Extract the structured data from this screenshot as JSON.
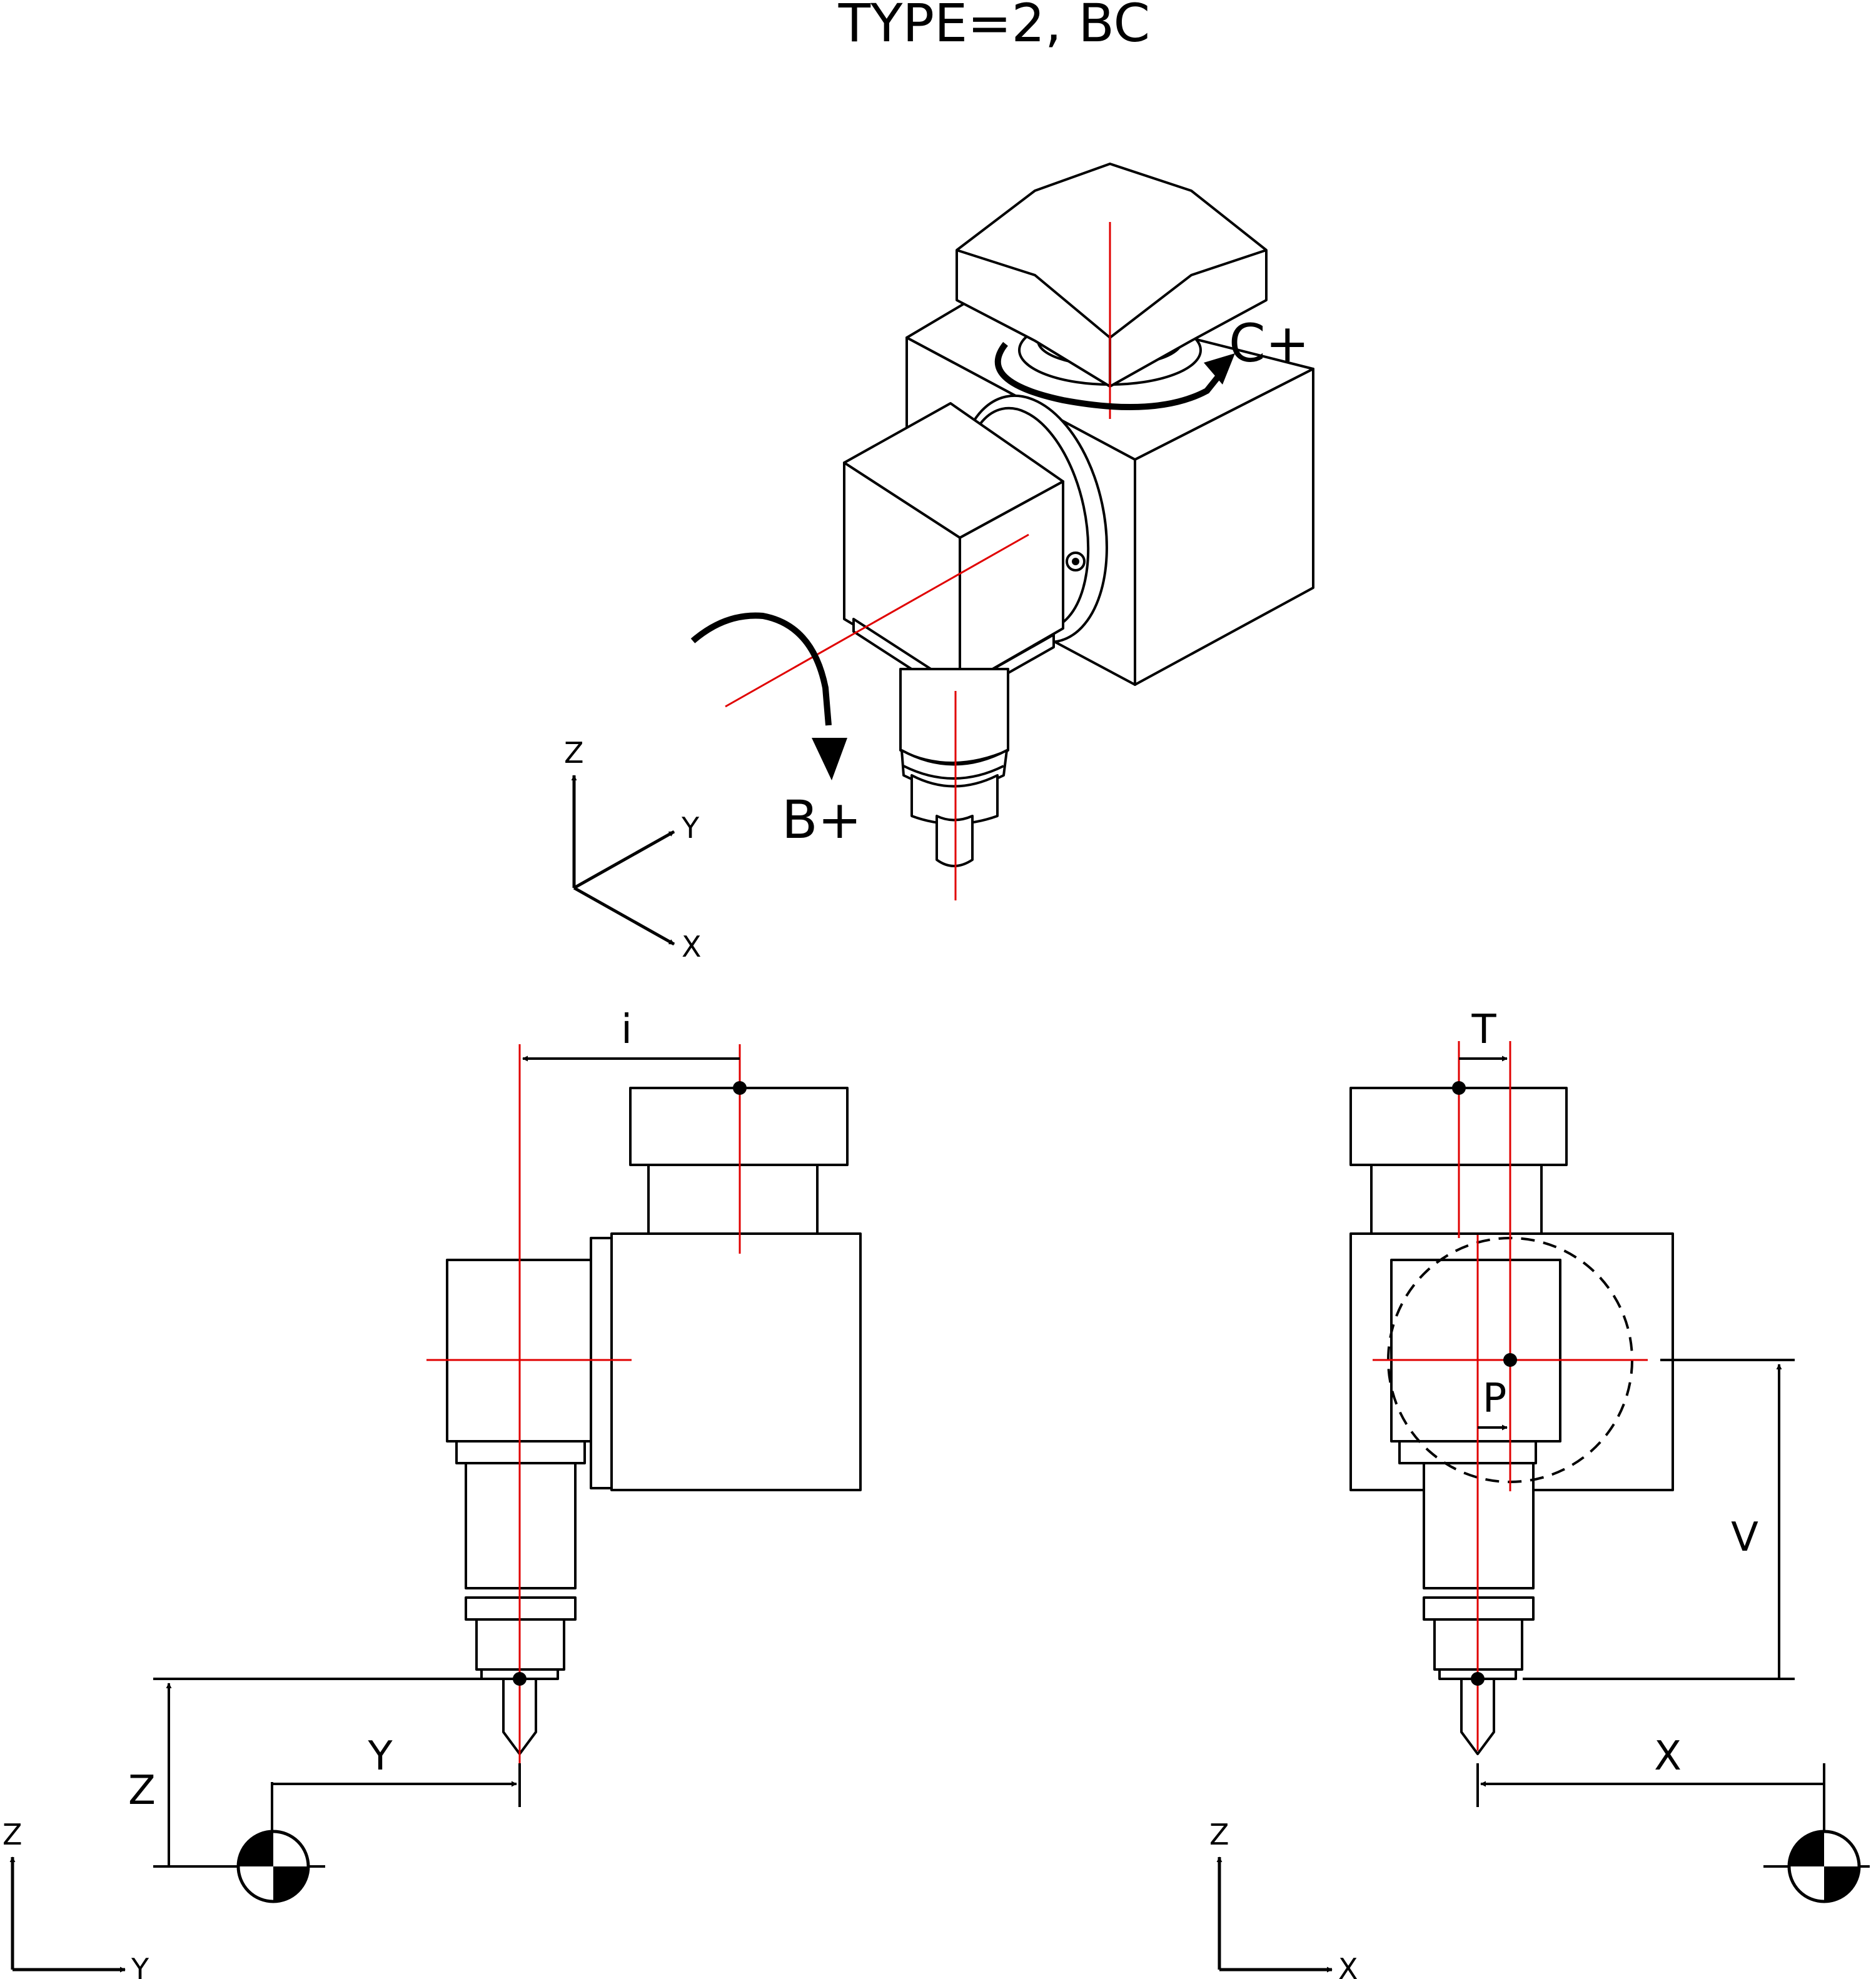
{
  "title": "TYPE=2, BC",
  "rotation_labels": {
    "c_axis": "C+",
    "b_axis": "B+"
  },
  "iso_axes": {
    "z": "Z",
    "y": "Y",
    "x": "X"
  },
  "side_view": {
    "offset_label": "i",
    "horizontal_label": "Y",
    "vertical_label": "Z",
    "axis_z": "Z",
    "axis_h": "Y"
  },
  "front_view": {
    "offset_label": "T",
    "pivot_label": "P",
    "vertical_label": "V",
    "horizontal_label": "X",
    "axis_z": "Z",
    "axis_h": "X"
  },
  "colors": {
    "centerline": "#e00000",
    "outline": "#000000"
  }
}
